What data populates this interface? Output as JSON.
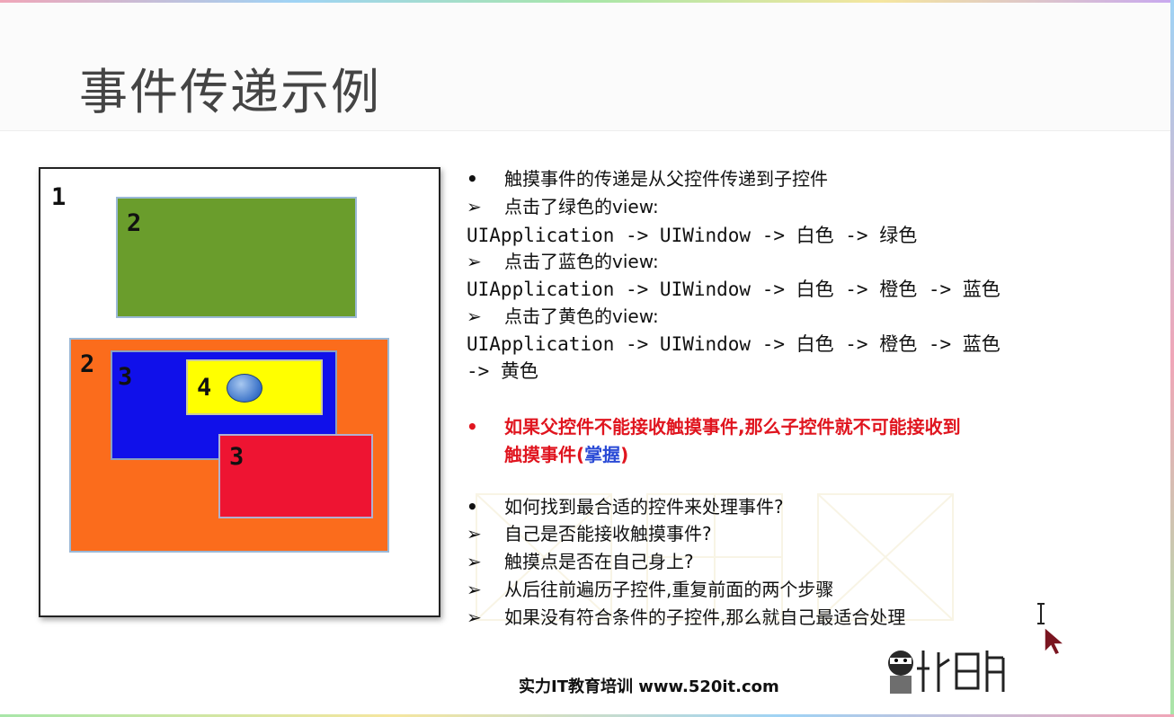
{
  "slide": {
    "title": "事件传递示例"
  },
  "diagram": {
    "outer_label": "1",
    "green_label": "2",
    "orange_label": "2",
    "blue_label": "3",
    "yellow_label": "4",
    "red_label": "3",
    "colors": {
      "white": "#ffffff",
      "green": "#6a9d2c",
      "orange": "#fb6c1c",
      "blue": "#1010ea",
      "yellow": "#ffff00",
      "red": "#ee1432"
    }
  },
  "notes": {
    "bullet_dot": "•",
    "bullet_arrow": "➢",
    "line1": "触摸事件的传递是从父控件传递到子控件",
    "line2": "点击了绿色的view:",
    "line3": "UIApplication -> UIWindow -> 白色 -> 绿色",
    "line4": "点击了蓝色的view:",
    "line5": "UIApplication -> UIWindow -> 白色 -> 橙色 -> 蓝色",
    "line6": "点击了黄色的view:",
    "line7": "UIApplication -> UIWindow -> 白色 -> 橙色 -> 蓝色",
    "line8": "-> 黄色",
    "line9": "如果父控件不能接收触摸事件,那么子控件就不可能接收到",
    "line10_a": "触摸事件(",
    "line10_b": "掌握",
    "line10_c": ")",
    "line11": "如何找到最合适的控件来处理事件?",
    "line12": "自己是否能接收触摸事件?",
    "line13": "触摸点是否在自己身上?",
    "line14": "从后往前遍历子控件,重复前面的两个步骤",
    "line15": "如果没有符合条件的子控件,那么就自己最适合处理"
  },
  "footer": {
    "text": "实力IT教育培训 www.520it.com"
  },
  "logo": {
    "icon": "ninja-mascot-icon"
  }
}
